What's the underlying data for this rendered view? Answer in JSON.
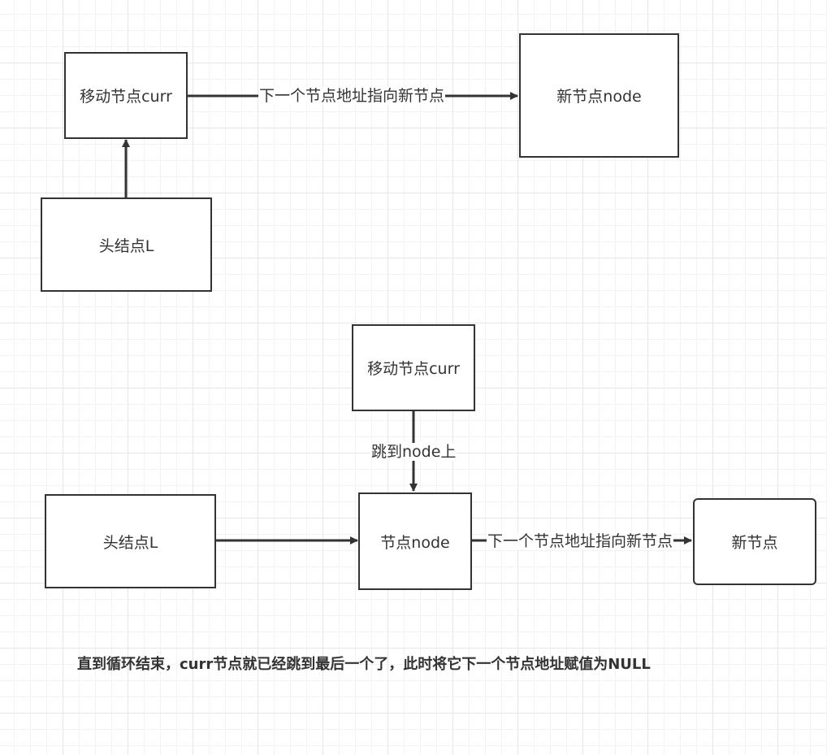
{
  "diagram1": {
    "curr_node": "移动节点curr",
    "new_node": "新节点node",
    "head_node": "头结点L",
    "edge_curr_to_new": "下一个节点地址指向新节点"
  },
  "diagram2": {
    "curr_node": "移动节点curr",
    "edge_curr_to_node": "跳到node上",
    "head_node": "头结点L",
    "node": "节点node",
    "edge_node_to_new": "下一个节点地址指向新节点",
    "new_node": "新节点"
  },
  "caption": "直到循环结束，curr节点就已经跳到最后一个了，此时将它下一个节点地址赋值为NULL",
  "colors": {
    "stroke": "#333333",
    "text": "#333333",
    "grid": "#e6e6e6",
    "background": "#ffffff"
  }
}
